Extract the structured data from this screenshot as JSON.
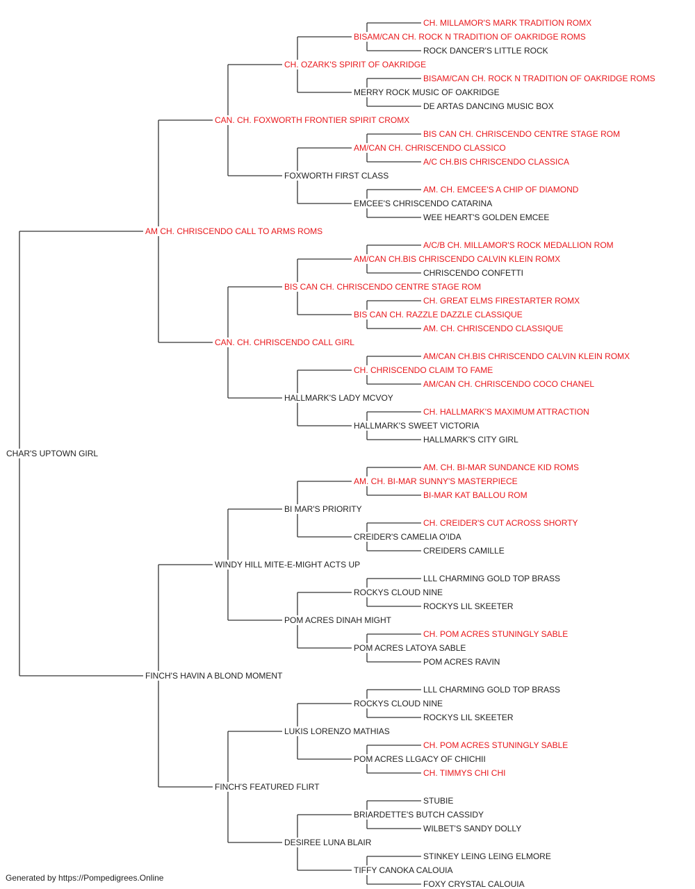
{
  "subject": "CHAR'S UPTOWN GIRL",
  "colors": {
    "champion": "#e8171b",
    "regular": "#222222",
    "line": "#333333"
  },
  "pedigree": {
    "name": "CHAR'S UPTOWN GIRL",
    "champion": false,
    "sire": {
      "name": "AM CH. CHRISCENDO CALL TO ARMS ROMS",
      "champion": true,
      "sire": {
        "name": "CAN. CH. FOXWORTH FRONTIER SPIRIT CROMX",
        "champion": true,
        "sire": {
          "name": "CH. OZARK'S SPIRIT OF OAKRIDGE",
          "champion": true,
          "sire": {
            "name": "BISAM/CAN CH. ROCK N TRADITION OF OAKRIDGE ROMS",
            "champion": true,
            "sire": {
              "name": "CH. MILLAMOR'S MARK TRADITION ROMX",
              "champion": true
            },
            "dam": {
              "name": "ROCK DANCER'S LITTLE ROCK",
              "champion": false
            }
          },
          "dam": {
            "name": "MERRY ROCK MUSIC OF OAKRIDGE",
            "champion": false,
            "sire": {
              "name": "BISAM/CAN CH. ROCK N TRADITION OF OAKRIDGE ROMS",
              "champion": true
            },
            "dam": {
              "name": "DE ARTAS DANCING MUSIC BOX",
              "champion": false
            }
          }
        },
        "dam": {
          "name": "FOXWORTH FIRST CLASS",
          "champion": false,
          "sire": {
            "name": "AM/CAN CH. CHRISCENDO CLASSICO",
            "champion": true,
            "sire": {
              "name": "BIS CAN CH. CHRISCENDO CENTRE STAGE ROM",
              "champion": true
            },
            "dam": {
              "name": "A/C CH.BIS CHRISCENDO CLASSICA",
              "champion": true
            }
          },
          "dam": {
            "name": "EMCEE'S CHRISCENDO CATARINA",
            "champion": false,
            "sire": {
              "name": "AM. CH. EMCEE'S A CHIP OF DIAMOND",
              "champion": true
            },
            "dam": {
              "name": "WEE HEART'S GOLDEN EMCEE",
              "champion": false
            }
          }
        }
      },
      "dam": {
        "name": "CAN. CH. CHRISCENDO CALL GIRL",
        "champion": true,
        "sire": {
          "name": "BIS CAN CH. CHRISCENDO CENTRE STAGE ROM",
          "champion": true,
          "sire": {
            "name": "AM/CAN CH.BIS CHRISCENDO CALVIN KLEIN ROMX",
            "champion": true,
            "sire": {
              "name": "A/C/B CH. MILLAMOR'S ROCK MEDALLION ROM",
              "champion": true
            },
            "dam": {
              "name": "CHRISCENDO CONFETTI",
              "champion": false
            }
          },
          "dam": {
            "name": "BIS CAN CH. RAZZLE DAZZLE CLASSIQUE",
            "champion": true,
            "sire": {
              "name": "CH. GREAT ELMS FIRESTARTER ROMX",
              "champion": true
            },
            "dam": {
              "name": "AM. CH. CHRISCENDO CLASSIQUE",
              "champion": true
            }
          }
        },
        "dam": {
          "name": "HALLMARK'S LADY MCVOY",
          "champion": false,
          "sire": {
            "name": "CH. CHRISCENDO CLAIM TO FAME",
            "champion": true,
            "sire": {
              "name": "AM/CAN CH.BIS CHRISCENDO CALVIN KLEIN ROMX",
              "champion": true
            },
            "dam": {
              "name": "AM/CAN CH. CHRISCENDO COCO CHANEL",
              "champion": true
            }
          },
          "dam": {
            "name": "HALLMARK'S SWEET VICTORIA",
            "champion": false,
            "sire": {
              "name": "CH. HALLMARK'S MAXIMUM ATTRACTION",
              "champion": true
            },
            "dam": {
              "name": "HALLMARK'S CITY GIRL",
              "champion": false
            }
          }
        }
      }
    },
    "dam": {
      "name": "FINCH'S HAVIN A BLOND MOMENT",
      "champion": false,
      "sire": {
        "name": "WINDY HILL MITE-E-MIGHT ACTS UP",
        "champion": false,
        "sire": {
          "name": "BI MAR'S PRIORITY",
          "champion": false,
          "sire": {
            "name": "AM. CH. BI-MAR SUNNY'S MASTERPIECE",
            "champion": true,
            "sire": {
              "name": "AM. CH. BI-MAR SUNDANCE KID ROMS",
              "champion": true
            },
            "dam": {
              "name": "BI-MAR KAT BALLOU ROM",
              "champion": true
            }
          },
          "dam": {
            "name": "CREIDER'S CAMELIA O'IDA",
            "champion": false,
            "sire": {
              "name": "CH. CREIDER'S CUT ACROSS SHORTY",
              "champion": true
            },
            "dam": {
              "name": "CREIDERS CAMILLE",
              "champion": false
            }
          }
        },
        "dam": {
          "name": "POM ACRES DINAH MIGHT",
          "champion": false,
          "sire": {
            "name": "ROCKYS CLOUD NINE",
            "champion": false,
            "sire": {
              "name": "LLL CHARMING GOLD TOP BRASS",
              "champion": false
            },
            "dam": {
              "name": "ROCKYS LIL SKEETER",
              "champion": false
            }
          },
          "dam": {
            "name": "POM ACRES LATOYA SABLE",
            "champion": false,
            "sire": {
              "name": "CH. POM ACRES STUNINGLY SABLE",
              "champion": true
            },
            "dam": {
              "name": "POM ACRES RAVIN",
              "champion": false
            }
          }
        }
      },
      "dam": {
        "name": "FINCH'S FEATURED FLIRT",
        "champion": false,
        "sire": {
          "name": "LUKIS LORENZO MATHIAS",
          "champion": false,
          "sire": {
            "name": "ROCKYS CLOUD NINE",
            "champion": false,
            "sire": {
              "name": "LLL CHARMING GOLD TOP BRASS",
              "champion": false
            },
            "dam": {
              "name": "ROCKYS LIL SKEETER",
              "champion": false
            }
          },
          "dam": {
            "name": "POM ACRES LLGACY OF CHICHII",
            "champion": false,
            "sire": {
              "name": "CH. POM ACRES STUNINGLY SABLE",
              "champion": true
            },
            "dam": {
              "name": "CH. TIMMYS CHI CHI",
              "champion": true
            }
          }
        },
        "dam": {
          "name": "DESIREE LUNA BLAIR",
          "champion": false,
          "sire": {
            "name": "BRIARDETTE'S BUTCH CASSIDY",
            "champion": false,
            "sire": {
              "name": "STUBIE",
              "champion": false
            },
            "dam": {
              "name": "WILBET'S SANDY DOLLY",
              "champion": false
            }
          },
          "dam": {
            "name": "TIFFY CANOKA CALOUIA",
            "champion": false,
            "sire": {
              "name": "STINKEY LEING LEING ELMORE",
              "champion": false
            },
            "dam": {
              "name": "FOXY CRYSTAL CALOUIA",
              "champion": false
            }
          }
        }
      }
    }
  },
  "footer": "Generated by https://Pompedigrees.Online"
}
